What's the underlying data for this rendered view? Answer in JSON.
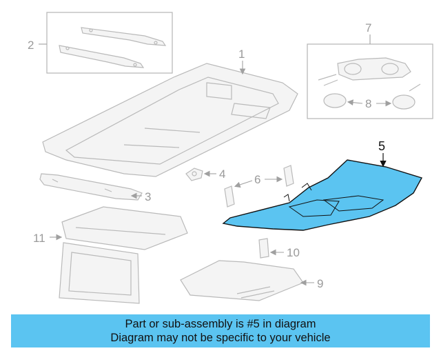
{
  "callouts": {
    "c1": "1",
    "c2": "2",
    "c3": "3",
    "c4": "4",
    "c5": "5",
    "c6": "6",
    "c7": "7",
    "c8": "8",
    "c9": "9",
    "c10": "10",
    "c11": "11"
  },
  "highlight_color": "#5bc4f1",
  "banner": {
    "line1": "Part or sub-assembly is #5 in diagram",
    "line2": "Diagram may not be specific to your vehicle"
  }
}
